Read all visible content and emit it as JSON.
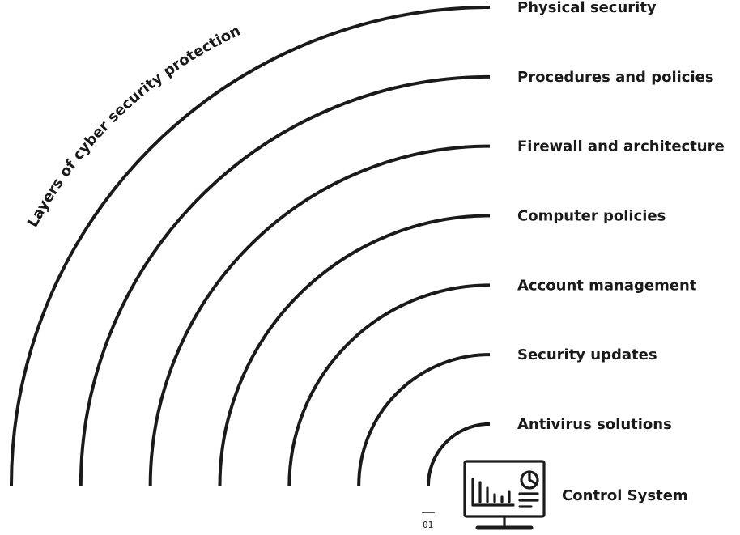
{
  "diagram": {
    "arc_title": "Layers of cyber security protection",
    "layers": [
      {
        "label": "Physical security"
      },
      {
        "label": "Procedures and policies"
      },
      {
        "label": "Firewall and architecture"
      },
      {
        "label": "Computer policies"
      },
      {
        "label": "Account management"
      },
      {
        "label": "Security updates"
      },
      {
        "label": "Antivirus solutions"
      }
    ],
    "center": {
      "label": "Control System",
      "icon": "monitor-chart-icon"
    },
    "figure_number": "01",
    "colors": {
      "line": "#1a1a1a",
      "background": "#ffffff"
    }
  }
}
